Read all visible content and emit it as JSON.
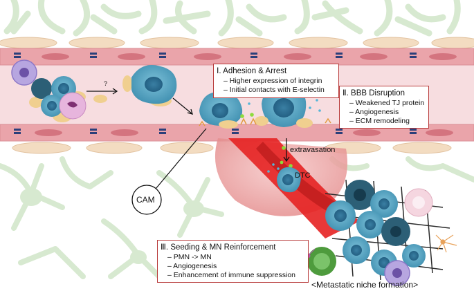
{
  "question_mark": "?",
  "step1": {
    "title": "Ⅰ. Adhesion & Arrest",
    "items": [
      "– Higher expression of integrin",
      "– Initial contacts with E-selectin"
    ]
  },
  "step2": {
    "title": "Ⅱ. BBB Disruption",
    "items": [
      "– Weakened TJ protein",
      "– Angiogenesis",
      "– ECM remodeling"
    ]
  },
  "step3": {
    "title": "Ⅲ. Seeding & MN Reinforcement",
    "items": [
      "– PMN -> MN",
      "– Angiogenesis",
      "– Enhancement of immune suppression"
    ]
  },
  "labels": {
    "cam": "CAM",
    "extravasation": "extravasation",
    "dtc": "DTC",
    "niche": "<Metastatic niche formation>"
  },
  "colors": {
    "vessel_lumen": "#f7dde0",
    "endothelium": "#eaa4aa",
    "astrocyte": "#d7e9d0",
    "tumor_cell": "#5aa8c4",
    "platelet": "#f0cf8f",
    "box_border": "#b83a3a",
    "invasion_red": "#e52222"
  }
}
